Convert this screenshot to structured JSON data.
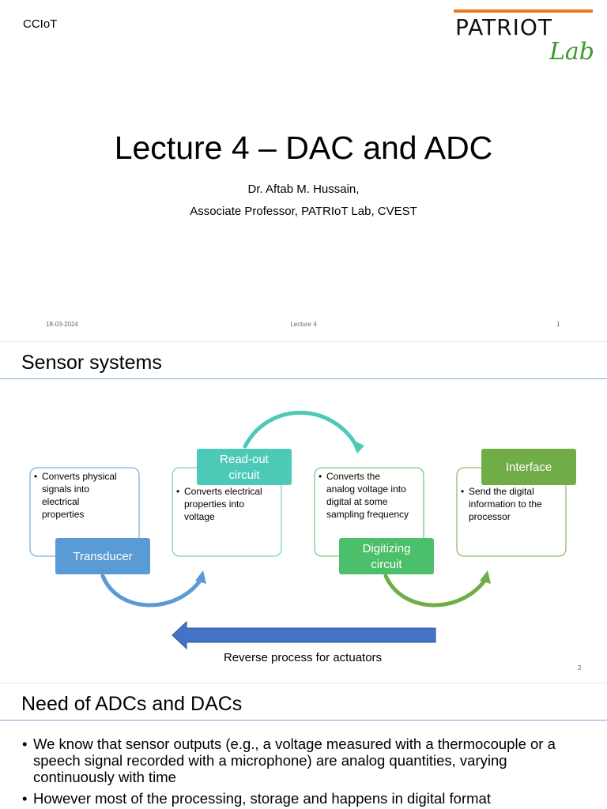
{
  "slide1": {
    "header_tag": "CCIoT",
    "logo_main": "PATRIOT",
    "logo_sub": "Lab",
    "title": "Lecture 4 – DAC and ADC",
    "author": "Dr. Aftab M. Hussain,",
    "affiliation": "Associate Professor, PATRIoT Lab, CVEST",
    "footer_date": "18-03-2024",
    "footer_center": "Lecture 4",
    "page_number": "1"
  },
  "slide2": {
    "title": "Sensor systems",
    "stages": [
      {
        "label": [
          "Transducer"
        ],
        "bullet": [
          "Converts physical",
          "signals into",
          "electrical",
          "properties"
        ],
        "color": "#5b9bd5"
      },
      {
        "label": [
          "Read-out",
          "circuit"
        ],
        "bullet": [
          "Converts electrical",
          "properties into",
          "voltage"
        ],
        "color": "#4dc9b8"
      },
      {
        "label": [
          "Digitizing",
          "circuit"
        ],
        "bullet": [
          "Converts the",
          "analog voltage into",
          "digital at some",
          "sampling frequency"
        ],
        "color": "#4cbf6a"
      },
      {
        "label": [
          "Interface"
        ],
        "bullet": [
          "Send the digital",
          "information to the",
          "processor"
        ],
        "color": "#70ad47"
      }
    ],
    "reverse_label": "Reverse process for actuators",
    "arrow_color": "#4472c4",
    "page_number": "2"
  },
  "slide3": {
    "title": "Need of ADCs and DACs",
    "bullets": [
      "We know that sensor outputs (e.g., a voltage measured with a thermocouple or a speech signal recorded with a microphone) are analog quantities, varying continuously with time",
      "However most of the processing, storage and happens in digital format"
    ]
  }
}
